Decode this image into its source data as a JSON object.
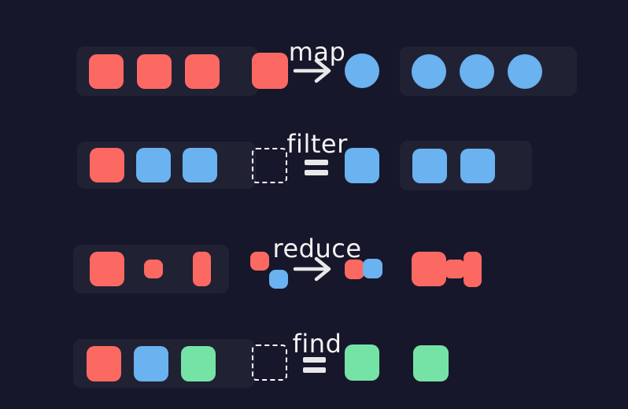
{
  "colors": {
    "background": "#17172b",
    "panel": "#212134",
    "red": "#fc6962",
    "blue": "#6ab2f0",
    "green": "#76e3a6",
    "text": "#f3f3f3",
    "operator": "#e8e8e8",
    "dashed_outline": "#ffffff"
  },
  "operators": {
    "arrow": "→",
    "equals": "="
  },
  "sections": [
    {
      "label": "map",
      "operator_name": "arrow",
      "operator_symbol": "→",
      "input_items": [
        "red-square",
        "red-square",
        "red-square"
      ],
      "transform_from": "red-square",
      "transform_to": "blue-circle",
      "output_items": [
        "blue-circle",
        "blue-circle",
        "blue-circle"
      ]
    },
    {
      "label": "filter",
      "operator_name": "equals",
      "operator_symbol": "=",
      "input_items": [
        "red-square",
        "blue-square",
        "blue-square"
      ],
      "predicate_placeholder": "dashed-empty-square",
      "predicate_value": "blue-square",
      "output_items": [
        "blue-square",
        "blue-square"
      ]
    },
    {
      "label": "reduce",
      "operator_name": "arrow",
      "operator_symbol": "→",
      "input_items": [
        "large-red-square",
        "small-red-square",
        "tall-red-rect"
      ],
      "accumulator_pair": [
        "small-red-square",
        "small-blue-square"
      ],
      "combined_pair": [
        "small-red-square",
        "small-blue-square"
      ],
      "output_items": [
        "merged-red-shape"
      ]
    },
    {
      "label": "find",
      "operator_name": "equals",
      "operator_symbol": "=",
      "input_items": [
        "red-square",
        "blue-square",
        "green-square"
      ],
      "predicate_placeholder": "dashed-empty-square",
      "predicate_value": "green-square",
      "output_items": [
        "green-square"
      ]
    }
  ]
}
